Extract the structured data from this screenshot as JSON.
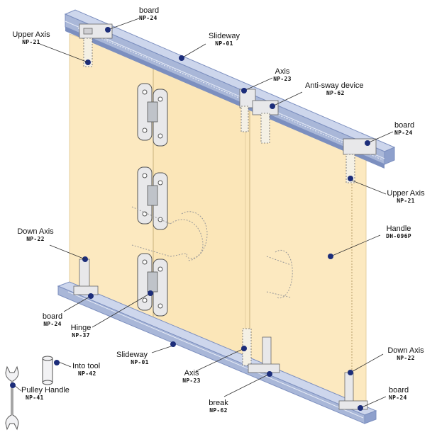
{
  "diagram": {
    "colors": {
      "track": "#a9b7d8",
      "track_dark": "#7c8fbf",
      "track_light": "#cdd6ec",
      "panel": "#fce9c0",
      "panel_edge": "#e4cfa0",
      "hardware": "#e8e8ea",
      "dot": "#1c2d7a",
      "line": "#333333"
    },
    "callouts": [
      {
        "id": "board-top-left",
        "name": "board",
        "code": "NP-24"
      },
      {
        "id": "upper-axis-left",
        "name": "Upper Axis",
        "code": "NP-21"
      },
      {
        "id": "slideway-top",
        "name": "Slideway",
        "code": "NP-01"
      },
      {
        "id": "axis-top",
        "name": "Axis",
        "code": "NP-23"
      },
      {
        "id": "anti-sway-device",
        "name": "Anti-sway device",
        "code": "NP-62"
      },
      {
        "id": "board-top-right",
        "name": "board",
        "code": "NP-24"
      },
      {
        "id": "upper-axis-right",
        "name": "Upper Axis",
        "code": "NP-21"
      },
      {
        "id": "handle",
        "name": "Handle",
        "code": "DH-096P"
      },
      {
        "id": "down-axis-left",
        "name": "Down Axis",
        "code": "NP-22"
      },
      {
        "id": "board-bottom-left",
        "name": "board",
        "code": "NP-24"
      },
      {
        "id": "hinge",
        "name": "Hinge",
        "code": "NP-37"
      },
      {
        "id": "slideway-bottom",
        "name": "Slideway",
        "code": "NP-01"
      },
      {
        "id": "into-tool",
        "name": "Into tool",
        "code": "NP-42"
      },
      {
        "id": "pulley-handle",
        "name": "Pulley Handle",
        "code": "NP-41"
      },
      {
        "id": "axis-bottom",
        "name": "Axis",
        "code": "NP-23"
      },
      {
        "id": "break",
        "name": "break",
        "code": "NP-62"
      },
      {
        "id": "down-axis-right",
        "name": "Down Axis",
        "code": "NP-22"
      },
      {
        "id": "board-bottom-right",
        "name": "board",
        "code": "NP-24"
      }
    ]
  }
}
